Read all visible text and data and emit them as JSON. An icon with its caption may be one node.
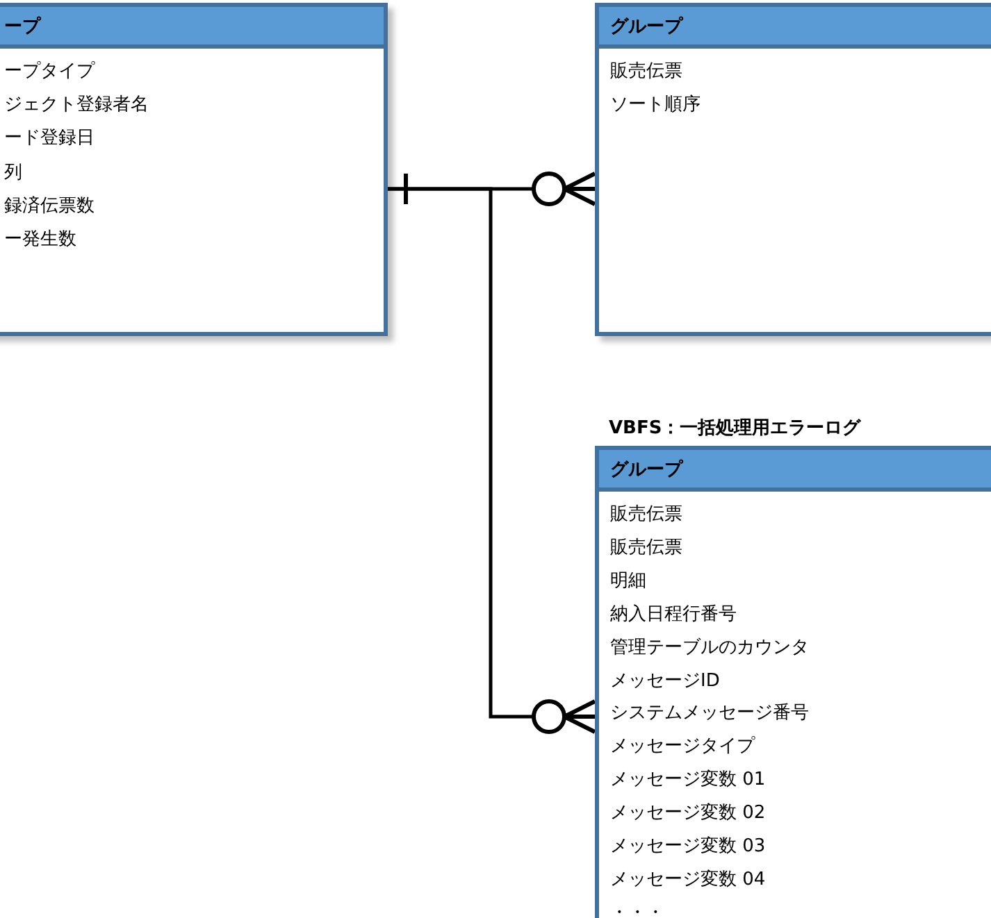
{
  "diagram": {
    "nodes": [
      {
        "text": [
          "ープ",
          "ープタイプ",
          "ジェクト登録者名",
          "ード登録日",
          "列",
          "録済伝票数",
          "ー発生数"
        ]
      },
      {
        "text": [
          "グループ",
          "販売伝票",
          "ソート順序"
        ]
      },
      {
        "text": [
          "VBFS：一括処理用エラーログ",
          "グループ",
          "販売伝票",
          "販売伝票",
          "明細",
          "納入日程行番号",
          "管理テーブルのカウンタ",
          "メッセージID",
          "システムメッセージ番号",
          "メッセージタイプ",
          "メッセージ変数 01",
          "メッセージ変数 02",
          "メッセージ変数 03",
          "メッセージ変数 04",
          "・・・"
        ]
      }
    ],
    "edges": [
      {
        "from": 0,
        "to": 1,
        "arrow": "other"
      },
      {
        "from": 0,
        "to": 2,
        "arrow": "other"
      }
    ]
  }
}
